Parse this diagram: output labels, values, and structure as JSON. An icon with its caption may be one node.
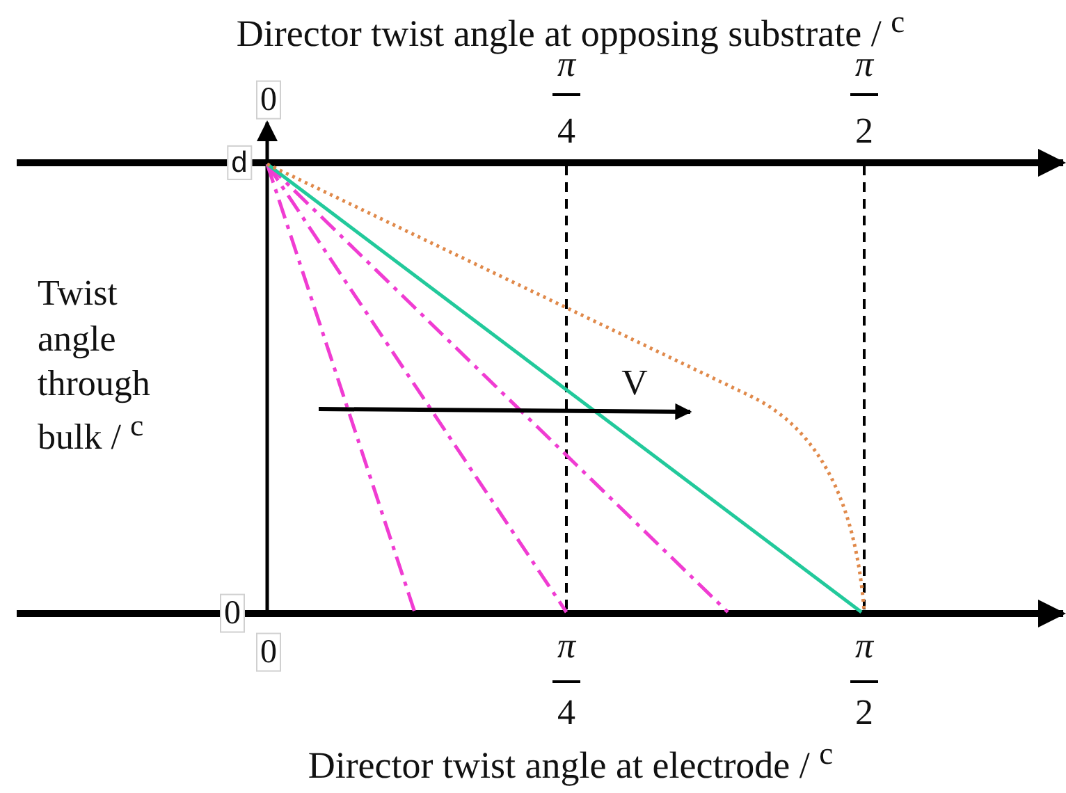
{
  "diagram": {
    "labels": [
      "Director twist angle at opposing substrate / $^{c}$",
      "0",
      "π",
      "4",
      "π",
      "2",
      "d",
      "Twist angle through bulk / $^{c}$",
      "V",
      "0",
      "0",
      "π",
      "4",
      "π",
      "2",
      "Director twist angle at electrode / $^{c}$"
    ]
  }
}
